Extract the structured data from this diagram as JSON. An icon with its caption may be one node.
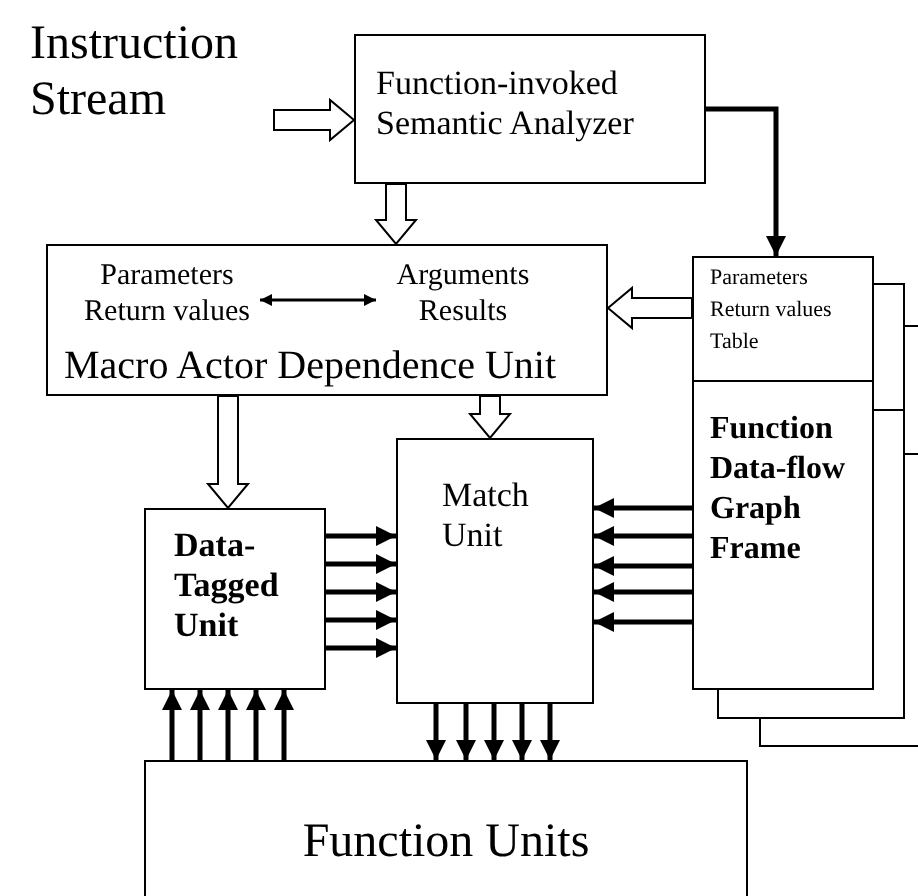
{
  "diagram": {
    "nodes": [
      {
        "text": [
          "Instruction Stream"
        ]
      },
      {
        "text": [
          "Function-invoked Semantic Analyzer"
        ]
      },
      {
        "text": [
          "Macro Actor Dependence Unit"
        ]
      },
      {
        "text": [
          "Parameters Return values"
        ],
        "in": 2
      },
      {
        "text": [
          "Arguments Results"
        ],
        "in": 2
      },
      {
        "text": [
          "Parameters Return values Table"
        ]
      },
      {
        "text": [
          "Function Data-flow Graph Frame"
        ]
      },
      {
        "text": [
          "Data-Tagged Unit"
        ]
      },
      {
        "text": [
          "Match Unit"
        ]
      },
      {
        "text": [
          "Function Units"
        ]
      }
    ],
    "edges": [
      {
        "from": 0,
        "to": 1,
        "arrow": "to",
        "style": "thick"
      },
      {
        "from": 1,
        "to": 2,
        "arrow": "to",
        "style": "thick"
      },
      {
        "from": 1,
        "to": 5,
        "arrow": "to"
      },
      {
        "from": 3,
        "to": 4,
        "arrow": "both"
      },
      {
        "from": 5,
        "to": 2,
        "arrow": "to",
        "style": "thick"
      },
      {
        "from": 2,
        "to": 7,
        "arrow": "to",
        "style": "thick"
      },
      {
        "from": 2,
        "to": 8,
        "arrow": "to",
        "style": "thick"
      },
      {
        "from": 7,
        "to": 8,
        "arrow": "to"
      },
      {
        "from": 7,
        "to": 8,
        "arrow": "to"
      },
      {
        "from": 7,
        "to": 8,
        "arrow": "to"
      },
      {
        "from": 7,
        "to": 8,
        "arrow": "to"
      },
      {
        "from": 7,
        "to": 8,
        "arrow": "to"
      },
      {
        "from": 6,
        "to": 8,
        "arrow": "to"
      },
      {
        "from": 6,
        "to": 8,
        "arrow": "to"
      },
      {
        "from": 6,
        "to": 8,
        "arrow": "to"
      },
      {
        "from": 6,
        "to": 8,
        "arrow": "to"
      },
      {
        "from": 6,
        "to": 8,
        "arrow": "to"
      },
      {
        "from": 8,
        "to": 9,
        "arrow": "to"
      },
      {
        "from": 8,
        "to": 9,
        "arrow": "to"
      },
      {
        "from": 8,
        "to": 9,
        "arrow": "to"
      },
      {
        "from": 8,
        "to": 9,
        "arrow": "to"
      },
      {
        "from": 8,
        "to": 9,
        "arrow": "to"
      },
      {
        "from": 9,
        "to": 7,
        "arrow": "to"
      },
      {
        "from": 9,
        "to": 7,
        "arrow": "to"
      },
      {
        "from": 9,
        "to": 7,
        "arrow": "to"
      },
      {
        "from": 9,
        "to": 7,
        "arrow": "to"
      },
      {
        "from": 9,
        "to": 7,
        "arrow": "to"
      }
    ]
  }
}
